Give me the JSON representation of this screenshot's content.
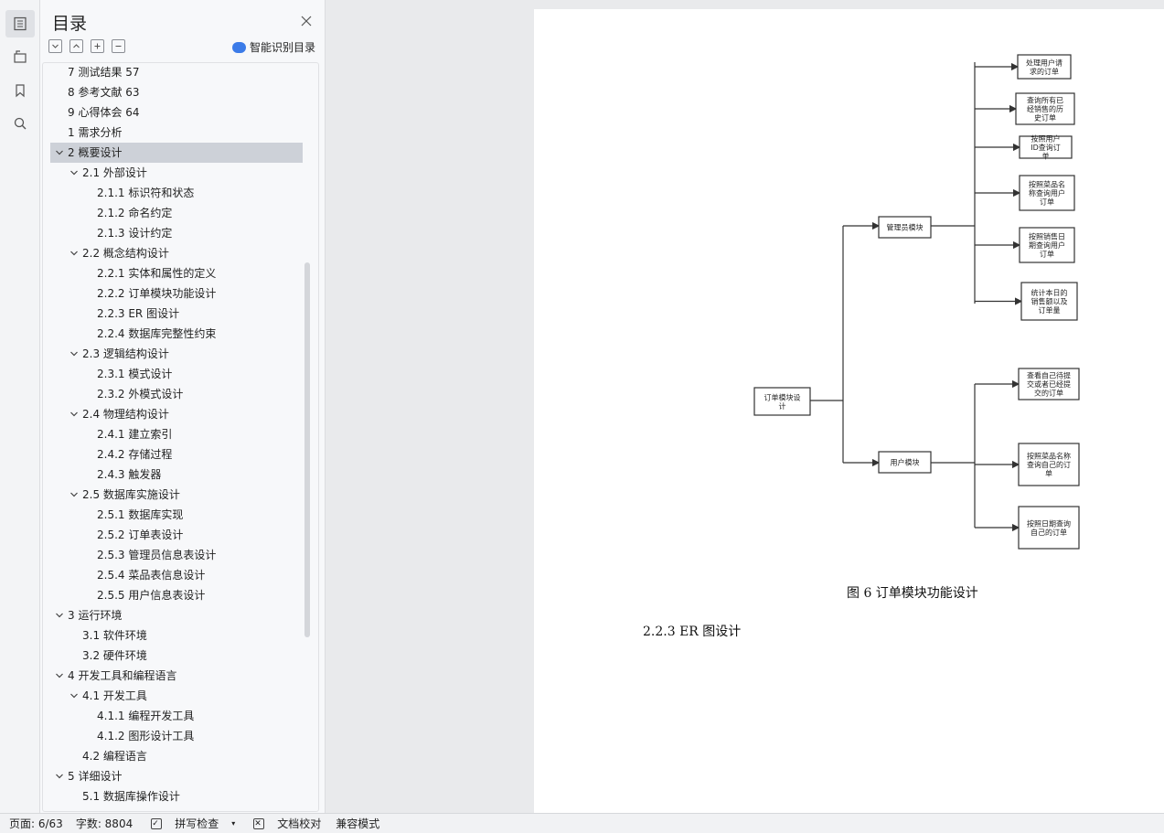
{
  "rail": {
    "icons": [
      "toc-icon",
      "outline-icon",
      "bookmark-icon",
      "search-icon"
    ]
  },
  "toc": {
    "title": "目录",
    "smart_label": "智能识别目录",
    "items": [
      {
        "num": "7",
        "text": "测试结果 57",
        "level": 0,
        "expand": false
      },
      {
        "num": "8",
        "text": "参考文献 63",
        "level": 0,
        "expand": false
      },
      {
        "num": "9",
        "text": "心得体会 64",
        "level": 0,
        "expand": false
      },
      {
        "num": "1",
        "text": "需求分析",
        "level": 0,
        "expand": false
      },
      {
        "num": "2",
        "text": "概要设计",
        "level": 0,
        "expand": true,
        "selected": true
      },
      {
        "num": "2.1",
        "text": "外部设计",
        "level": 1,
        "expand": true
      },
      {
        "num": "2.1.1",
        "text": "标识符和状态",
        "level": 2,
        "expand": false
      },
      {
        "num": "2.1.2",
        "text": "命名约定",
        "level": 2,
        "expand": false
      },
      {
        "num": "2.1.3",
        "text": "设计约定",
        "level": 2,
        "expand": false
      },
      {
        "num": "2.2",
        "text": "概念结构设计",
        "level": 1,
        "expand": true
      },
      {
        "num": "2.2.1",
        "text": "实体和属性的定义",
        "level": 2,
        "expand": false
      },
      {
        "num": "2.2.2",
        "text": "订单模块功能设计",
        "level": 2,
        "expand": false
      },
      {
        "num": "2.2.3",
        "text": " ER 图设计",
        "level": 2,
        "expand": false
      },
      {
        "num": "2.2.4",
        "text": "数据库完整性约束",
        "level": 2,
        "expand": false
      },
      {
        "num": "2.3",
        "text": "逻辑结构设计",
        "level": 1,
        "expand": true
      },
      {
        "num": "2.3.1",
        "text": "模式设计",
        "level": 2,
        "expand": false
      },
      {
        "num": "2.3.2",
        "text": "外模式设计",
        "level": 2,
        "expand": false
      },
      {
        "num": "2.4",
        "text": "物理结构设计",
        "level": 1,
        "expand": true
      },
      {
        "num": "2.4.1",
        "text": "建立索引",
        "level": 2,
        "expand": false
      },
      {
        "num": "2.4.2",
        "text": "存储过程",
        "level": 2,
        "expand": false
      },
      {
        "num": "2.4.3",
        "text": "触发器",
        "level": 2,
        "expand": false
      },
      {
        "num": "2.5",
        "text": "数据库实施设计",
        "level": 1,
        "expand": true
      },
      {
        "num": "2.5.1",
        "text": "数据库实现",
        "level": 2,
        "expand": false
      },
      {
        "num": "2.5.2",
        "text": "订单表设计",
        "level": 2,
        "expand": false
      },
      {
        "num": "2.5.3",
        "text": "管理员信息表设计",
        "level": 2,
        "expand": false
      },
      {
        "num": "2.5.4",
        "text": "菜品表信息设计",
        "level": 2,
        "expand": false
      },
      {
        "num": "2.5.5",
        "text": "用户信息表设计",
        "level": 2,
        "expand": false
      },
      {
        "num": "3",
        "text": "运行环境",
        "level": 0,
        "expand": true
      },
      {
        "num": "3.1",
        "text": "  软件环境",
        "level": 1,
        "expand": false
      },
      {
        "num": "3.2",
        "text": "硬件环境",
        "level": 1,
        "expand": false
      },
      {
        "num": "4",
        "text": "开发工具和编程语言",
        "level": 0,
        "expand": true
      },
      {
        "num": "4.1",
        "text": "开发工具",
        "level": 1,
        "expand": true
      },
      {
        "num": "4.1.1",
        "text": "编程开发工具",
        "level": 2,
        "expand": false
      },
      {
        "num": "4.1.2",
        "text": "图形设计工具",
        "level": 2,
        "expand": false
      },
      {
        "num": "4.2",
        "text": "编程语言",
        "level": 1,
        "expand": false
      },
      {
        "num": "5",
        "text": "详细设计",
        "level": 0,
        "expand": true
      },
      {
        "num": "5.1",
        "text": "数据库操作设计",
        "level": 1,
        "expand": false
      }
    ]
  },
  "document": {
    "diagram": {
      "root": "订单模块设\n计",
      "admin": "管理员模块",
      "user": "用户模块",
      "admin_children": [
        "处理用户请\n求的订单",
        "查询所有已\n经销售的历\n史订单",
        "按照用户\nID查询订\n单",
        "按照菜品名\n称查询用户\n订单",
        "按照销售日\n期查询用户\n订单",
        "统计本日的\n销售额以及\n订单量"
      ],
      "user_children": [
        "查看自己待提\n交或者已经提\n交的订单",
        "按照菜品名称\n查询自己的订\n单",
        "按照日期查询\n自己的订单"
      ]
    },
    "caption": "图 6 订单模块功能设计",
    "heading": "2.2.3    ER 图设计"
  },
  "status": {
    "page": "页面: 6/63",
    "words": "字数: 8804",
    "spell": "拼写检查",
    "proof": "文档校对",
    "compat": "兼容模式"
  }
}
